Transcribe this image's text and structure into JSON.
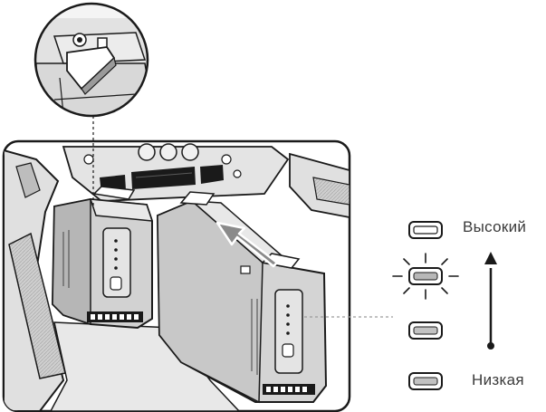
{
  "legend": {
    "high_label": "Высокий",
    "low_label": "Низкая",
    "indicator_states": [
      "solid",
      "blinking",
      "dim",
      "dim"
    ]
  },
  "colors": {
    "outline": "#1a1a1a",
    "battery_fill": "#d4d4d4",
    "battery_dark": "#9a9a9a",
    "frame_fill": "#e2e2e2",
    "indicator_fill": "#b8b8b8",
    "arrow_fill": "#7a7a7a"
  }
}
